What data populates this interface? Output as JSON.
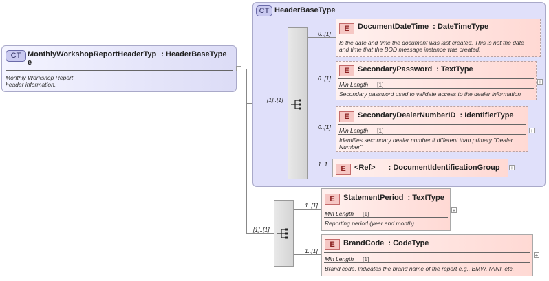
{
  "root": {
    "badge": "CT",
    "name_line1": "MonthlyWorkshopReportHeaderTyp",
    "name_line2": "e",
    "type": ": HeaderBaseType",
    "doc_line1": "Monthly Workshop Report",
    "doc_line2": "header information."
  },
  "base": {
    "badge": "CT",
    "name": "HeaderBaseType"
  },
  "base_sequence": {
    "occurrence": "[1]..[1]"
  },
  "base_elements": [
    {
      "occurrence": "0..[1]",
      "badge": "E",
      "name": "DocumentDateTime",
      "type": ": DateTimeType",
      "doc_line1": "Is the date and time the document was last created. This is not the date",
      "doc_line2": "and time that the BOD message instance was created."
    },
    {
      "occurrence": "0..[1]",
      "badge": "E",
      "name": "SecondaryPassword",
      "type": ": TextType",
      "facet_label": "Min Length",
      "facet_value": "[1]",
      "doc_line1": "Secondary password used to validate access to the dealer information",
      "plus": "+"
    },
    {
      "occurrence": "0..[1]",
      "badge": "E",
      "name": "SecondaryDealerNumberID",
      "type": ": IdentifierType",
      "facet_label": "Min Length",
      "facet_value": "[1]",
      "doc_line1": "Identifies secondary dealer number if different than primary \"Dealer",
      "doc_line2": "Number\"",
      "plus": "+"
    },
    {
      "occurrence": "1..1",
      "badge": "E",
      "name": "<Ref>",
      "type": ": DocumentIdentificationGroup",
      "plus": "+"
    }
  ],
  "ext_sequence": {
    "occurrence": "[1]..[1]"
  },
  "ext_elements": [
    {
      "occurrence": "1..[1]",
      "badge": "E",
      "name": "StatementPeriod",
      "type": ": TextType",
      "facet_label": "Min Length",
      "facet_value": "[1]",
      "doc_line1": "Reporting period (year and month).",
      "plus": "+"
    },
    {
      "occurrence": "1..[1]",
      "badge": "E",
      "name": "BrandCode",
      "type": ": CodeType",
      "facet_label": "Min Length",
      "facet_value": "[1]",
      "doc_line1": "Brand code.  Indicates the brand name of the report e.g., BMW, MINI, etc,",
      "plus": "+"
    }
  ],
  "root_collapse": "−"
}
